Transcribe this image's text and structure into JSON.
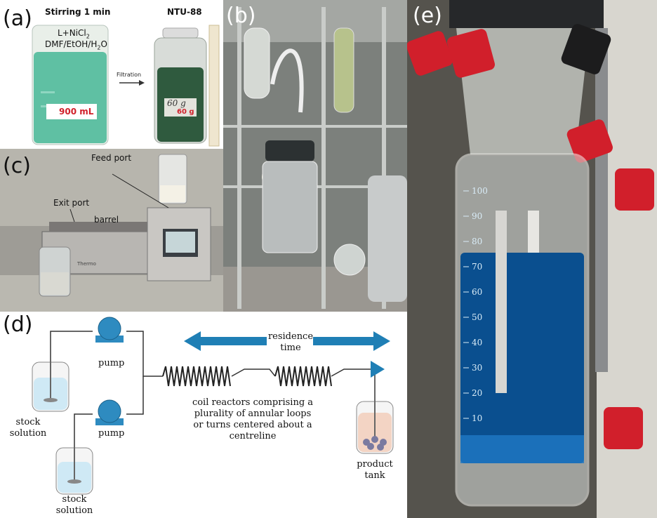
{
  "panel_a": {
    "label": "(a)",
    "title_left": "Stirring 1 min",
    "title_right": "NTU-88",
    "beaker_text_1": "L+NiCl",
    "beaker_text_1_sub": "2",
    "beaker_text_2": "DMF/EtOH/H",
    "beaker_text_2_sub": "2",
    "beaker_text_2_end": "O",
    "volume_label": "900 mL",
    "arrow_label": "Filtration",
    "jar_mass": "60 g",
    "jar_handwriting": "60 g"
  },
  "panel_b": {
    "label": "(b)"
  },
  "panel_c": {
    "label": "(c)",
    "feed_port": "Feed port",
    "exit_port": "Exit port",
    "barrel": "barrel",
    "brand": "Thermo"
  },
  "panel_d": {
    "label": "(d)",
    "pump_top": "pump",
    "pump_bottom": "pump",
    "stock_top_1": "stock",
    "stock_top_2": "solution",
    "stock_bottom_1": "stock",
    "stock_bottom_2": "solution",
    "residence_1": "residence",
    "residence_2": "time",
    "coil_text": [
      "coil reactors comprising a",
      "plurality of annular loops",
      "or turns centered about a",
      "centreline"
    ],
    "product_1": "product",
    "product_2": "tank",
    "colors": {
      "arrow": "#1f7fb5",
      "pump": "#2e8bc0",
      "liquid": "#cfe9f5",
      "product_liquid": "#f3d4c4"
    }
  },
  "panel_e": {
    "label": "(e)",
    "scale_marks": [
      "10",
      "20",
      "30",
      "40",
      "50",
      "60",
      "70",
      "80",
      "90",
      "100"
    ],
    "colors": {
      "solution": "#0a4f8f",
      "cap": "#d11f2b"
    }
  }
}
